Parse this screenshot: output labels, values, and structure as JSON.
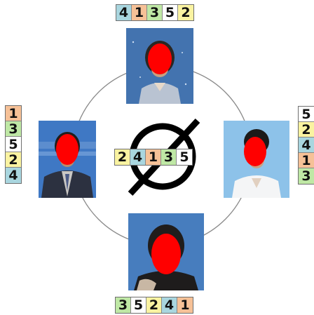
{
  "palette": {
    "1": "#f6c197",
    "2": "#faf3a1",
    "3": "#bfe8a5",
    "4": "#a9d6df",
    "5": "#ffffff"
  },
  "strips": {
    "top": [
      "4",
      "1",
      "3",
      "5",
      "2"
    ],
    "left": [
      "1",
      "3",
      "5",
      "2",
      "4"
    ],
    "right": [
      "5",
      "2",
      "4",
      "1",
      "3"
    ],
    "bottom": [
      "3",
      "5",
      "2",
      "4",
      "1"
    ],
    "center": [
      "2",
      "4",
      "1",
      "3",
      "5"
    ]
  },
  "center_symbol": "empty-set-symbol",
  "photos": [
    {
      "name": "photo-top",
      "face_cover": "#ff0000"
    },
    {
      "name": "photo-left",
      "face_cover": "#ff0000"
    },
    {
      "name": "photo-right",
      "face_cover": "#ff0000"
    },
    {
      "name": "photo-bottom",
      "face_cover": "#ff0000"
    }
  ]
}
